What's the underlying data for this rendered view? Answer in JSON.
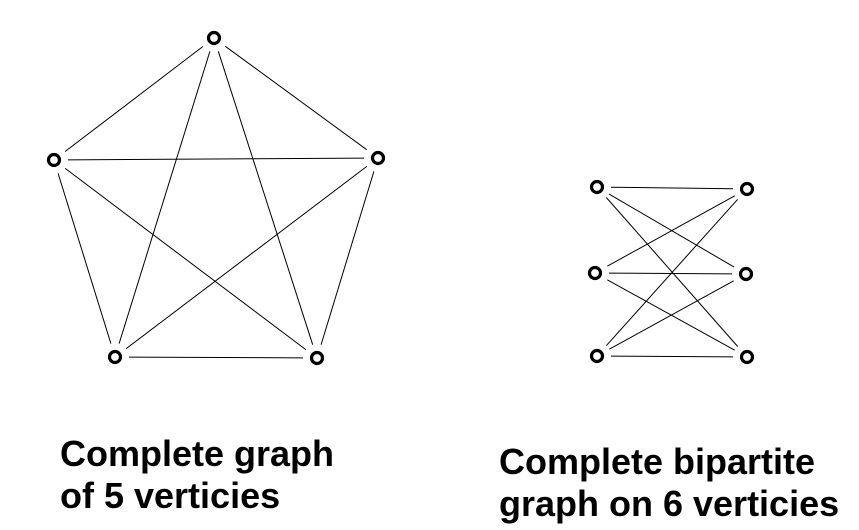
{
  "diagrams": [
    {
      "id": "k5",
      "caption_lines": [
        "Complete graph",
        "of 5 verticies"
      ],
      "vertices": [
        "top",
        "upper-left",
        "upper-right",
        "lower-left",
        "lower-right"
      ],
      "edges": [
        [
          "top",
          "upper-left"
        ],
        [
          "top",
          "upper-right"
        ],
        [
          "top",
          "lower-left"
        ],
        [
          "top",
          "lower-right"
        ],
        [
          "upper-left",
          "upper-right"
        ],
        [
          "upper-left",
          "lower-left"
        ],
        [
          "upper-left",
          "lower-right"
        ],
        [
          "upper-right",
          "lower-left"
        ],
        [
          "upper-right",
          "lower-right"
        ],
        [
          "lower-left",
          "lower-right"
        ]
      ]
    },
    {
      "id": "k33",
      "caption_lines": [
        "Complete bipartite",
        "graph on 6 verticies"
      ],
      "vertices": [
        "left-1",
        "left-2",
        "left-3",
        "right-1",
        "right-2",
        "right-3"
      ],
      "edges": [
        [
          "left-1",
          "right-1"
        ],
        [
          "left-1",
          "right-2"
        ],
        [
          "left-1",
          "right-3"
        ],
        [
          "left-2",
          "right-1"
        ],
        [
          "left-2",
          "right-2"
        ],
        [
          "left-2",
          "right-3"
        ],
        [
          "left-3",
          "right-1"
        ],
        [
          "left-3",
          "right-2"
        ],
        [
          "left-3",
          "right-3"
        ]
      ]
    }
  ],
  "style": {
    "line_color": "#000000",
    "vertex_fill": "#ffffff",
    "vertex_stroke": "#000000",
    "background": "#ffffff"
  }
}
